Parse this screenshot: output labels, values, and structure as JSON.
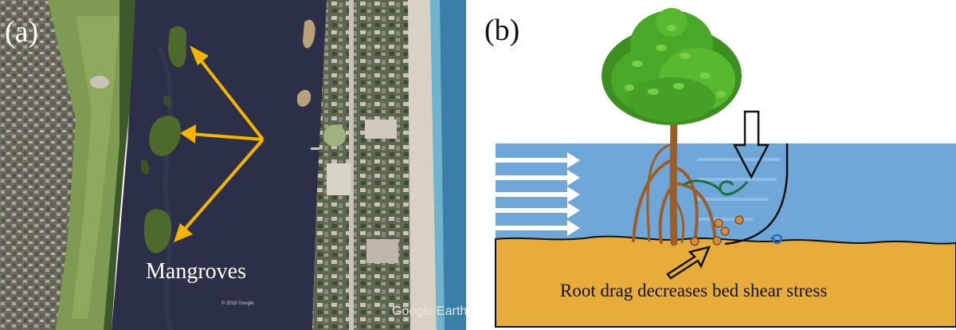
{
  "panel_a": {
    "label": "(a)",
    "annotation": "Mangroves",
    "credit_left": "© 2018 Google",
    "credit_right": "Google Earth",
    "colors": {
      "water": "#2b2f47",
      "arrow": "#f4b400",
      "island": "#4d6a2c",
      "ocean": "#3a7fa8",
      "beach": "#d9d2c4"
    }
  },
  "panel_b": {
    "label": "(b)",
    "caption": "Root drag decreases bed shear stress",
    "colors": {
      "water": "#6fa7d8",
      "sediment": "#e8ac3b",
      "trunk": "#9a5e2a",
      "foliage": "#4aa829",
      "flow_arrow": "#ffffff",
      "particle": "#d98a3a",
      "turbulence": "#1f6e3b",
      "eddy": "#2a6fb5"
    }
  }
}
